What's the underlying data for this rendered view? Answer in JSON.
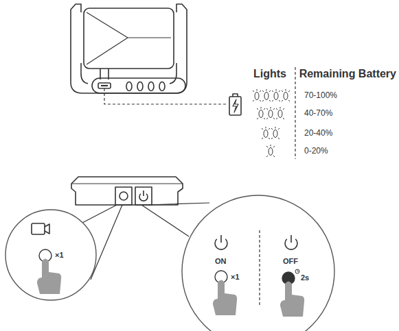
{
  "diagram": {
    "nodes": [
      {
        "text": [
          "×1"
        ]
      },
      {
        "text": [
          "ON",
          "×1",
          "OFF",
          "2s"
        ]
      }
    ],
    "labels": [
      "Lights",
      "Remaining Battery",
      "70-100%",
      "40-70%",
      "20-40%",
      "0-20%"
    ]
  }
}
